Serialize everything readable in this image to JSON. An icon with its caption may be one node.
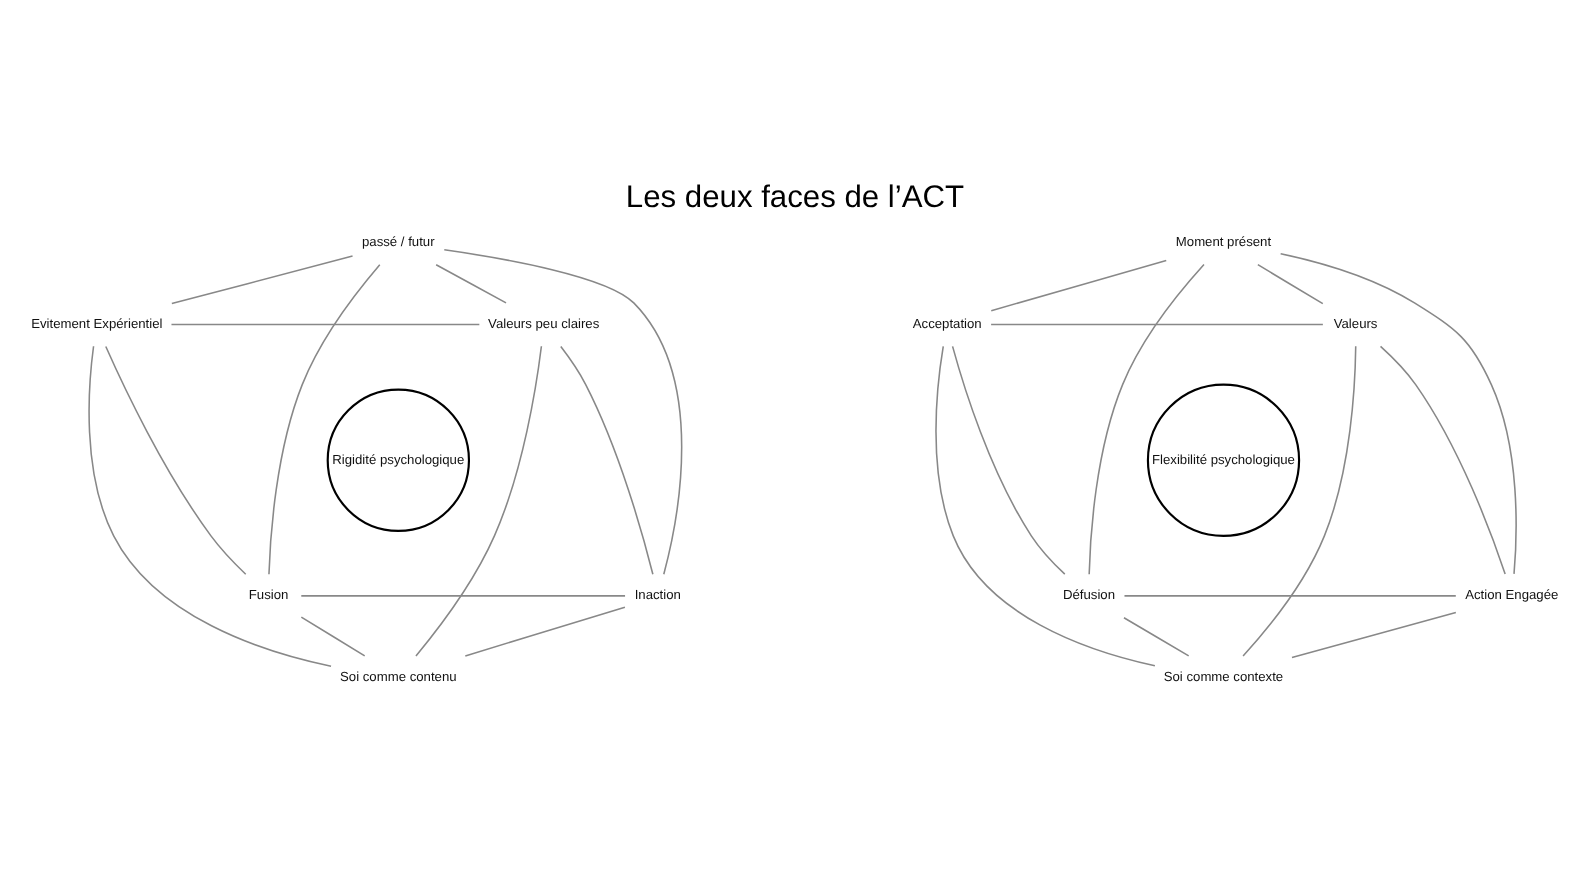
{
  "diagram": {
    "title": "Les deux faces de l’ACT",
    "nodes": [
      {
        "text": [
          "passé / futur"
        ]
      },
      {
        "text": [
          "Evitement Expérientiel"
        ]
      },
      {
        "text": [
          "Valeurs peu claires"
        ]
      },
      {
        "text": [
          "Rigidité psychologique"
        ]
      },
      {
        "text": [
          "Fusion"
        ]
      },
      {
        "text": [
          "Inaction"
        ]
      },
      {
        "text": [
          "Soi comme contenu"
        ]
      },
      {
        "text": [
          "Moment présent"
        ]
      },
      {
        "text": [
          "Acceptation"
        ]
      },
      {
        "text": [
          "Valeurs"
        ]
      },
      {
        "text": [
          "Flexibilité psychologique"
        ]
      },
      {
        "text": [
          "Défusion"
        ]
      },
      {
        "text": [
          "Action Engagée"
        ]
      },
      {
        "text": [
          "Soi comme contexte"
        ]
      }
    ],
    "edges": [
      {
        "from": 0,
        "to": 1,
        "arrow": "none"
      },
      {
        "from": 0,
        "to": 2,
        "arrow": "none"
      },
      {
        "from": 1,
        "to": 2,
        "arrow": "none"
      },
      {
        "from": 0,
        "to": 4,
        "arrow": "none"
      },
      {
        "from": 0,
        "to": 5,
        "arrow": "none"
      },
      {
        "from": 1,
        "to": 4,
        "arrow": "none"
      },
      {
        "from": 2,
        "to": 5,
        "arrow": "none"
      },
      {
        "from": 1,
        "to": 6,
        "arrow": "none"
      },
      {
        "from": 2,
        "to": 6,
        "arrow": "none"
      },
      {
        "from": 4,
        "to": 5,
        "arrow": "none"
      },
      {
        "from": 4,
        "to": 6,
        "arrow": "none"
      },
      {
        "from": 5,
        "to": 6,
        "arrow": "none"
      },
      {
        "from": 7,
        "to": 8,
        "arrow": "none"
      },
      {
        "from": 7,
        "to": 9,
        "arrow": "none"
      },
      {
        "from": 8,
        "to": 9,
        "arrow": "none"
      },
      {
        "from": 7,
        "to": 11,
        "arrow": "none"
      },
      {
        "from": 7,
        "to": 12,
        "arrow": "none"
      },
      {
        "from": 8,
        "to": 11,
        "arrow": "none"
      },
      {
        "from": 9,
        "to": 12,
        "arrow": "none"
      },
      {
        "from": 8,
        "to": 13,
        "arrow": "none"
      },
      {
        "from": 9,
        "to": 13,
        "arrow": "none"
      },
      {
        "from": 11,
        "to": 12,
        "arrow": "none"
      },
      {
        "from": 11,
        "to": 13,
        "arrow": "none"
      },
      {
        "from": 12,
        "to": 13,
        "arrow": "none"
      }
    ]
  }
}
